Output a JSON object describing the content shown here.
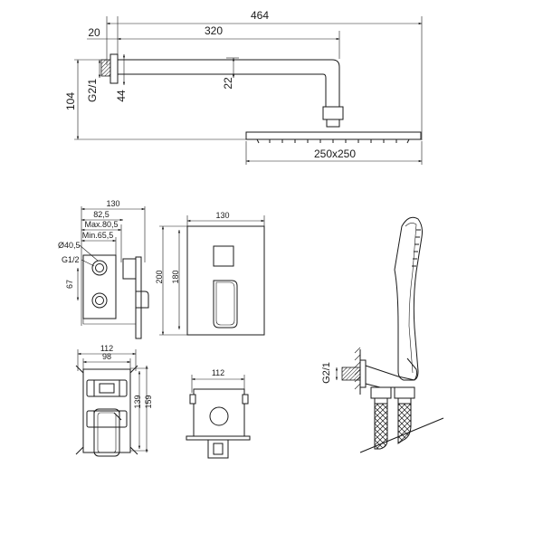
{
  "shower_arm": {
    "total_length": "464",
    "arm_length": "320",
    "flange_depth": "20",
    "total_height": "104",
    "inlet_thread": "G2/1",
    "flange_dim": "44",
    "arm_height": "22",
    "head_size": "250x250"
  },
  "mixer_side": {
    "width": "130",
    "dim_82": "82,5",
    "max_depth": "Max.80,5",
    "min_depth": "Min.65,5",
    "diam": "Ø40,5",
    "thread": "G1/2",
    "spacing": "67"
  },
  "mixer_front": {
    "width": "130",
    "height_outer": "200",
    "height_inner": "180"
  },
  "mixer_body": {
    "width_outer": "112",
    "width_inner": "98",
    "height_inner": "139",
    "height_outer": "159"
  },
  "mixer_top": {
    "width": "112"
  },
  "hand_shower": {
    "thread": "G2/1"
  }
}
